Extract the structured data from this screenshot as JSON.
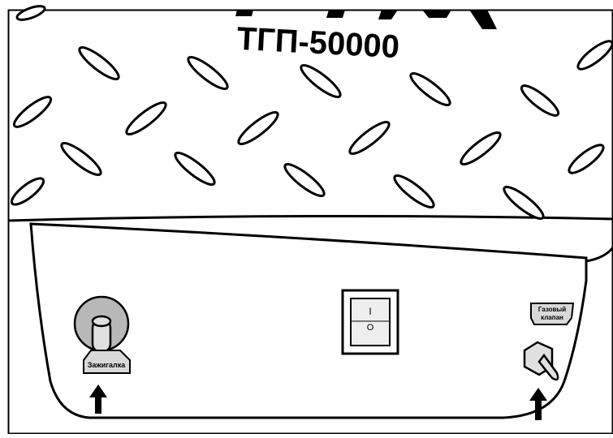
{
  "diagram": {
    "model_title": "ТГП-50000",
    "labels": {
      "igniter_tag": "Зажигалка",
      "gas_valve_tag_line1": "Газовый",
      "gas_valve_tag_line2": "клапан",
      "switch_on_symbol": "I",
      "switch_off_symbol": "O"
    },
    "colors": {
      "line": "#000000",
      "background": "#ffffff",
      "knob_fill": "#b8b8b8",
      "stem_fill": "#e0e0e0",
      "tag_fill": "#d9d9d9",
      "switch_rocker": "#eeeeee"
    }
  }
}
